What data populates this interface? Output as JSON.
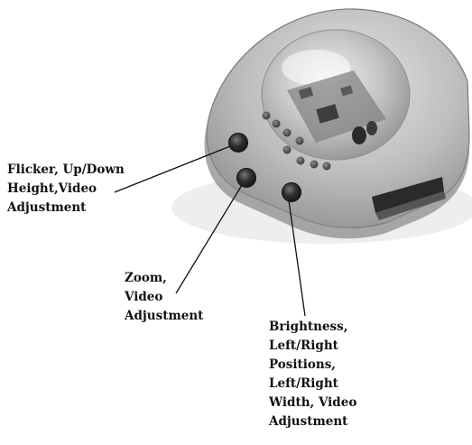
{
  "labels": {
    "flicker": [
      "Flicker, Up/Down",
      "Height,Video",
      "Adjustment"
    ],
    "zoom": [
      "Zoom,",
      "Video",
      "Adjustment"
    ],
    "brightness": [
      "Brightness,",
      "Left/Right",
      "Positions,",
      "Left/Right",
      "Width, Video",
      "Adjustment"
    ]
  },
  "colors": {
    "label_text": "#111111",
    "leader_line": "#111111",
    "device_shell": "#b9b9b9",
    "device_dark": "#4a4a4a",
    "button": "#2b2b2b"
  }
}
